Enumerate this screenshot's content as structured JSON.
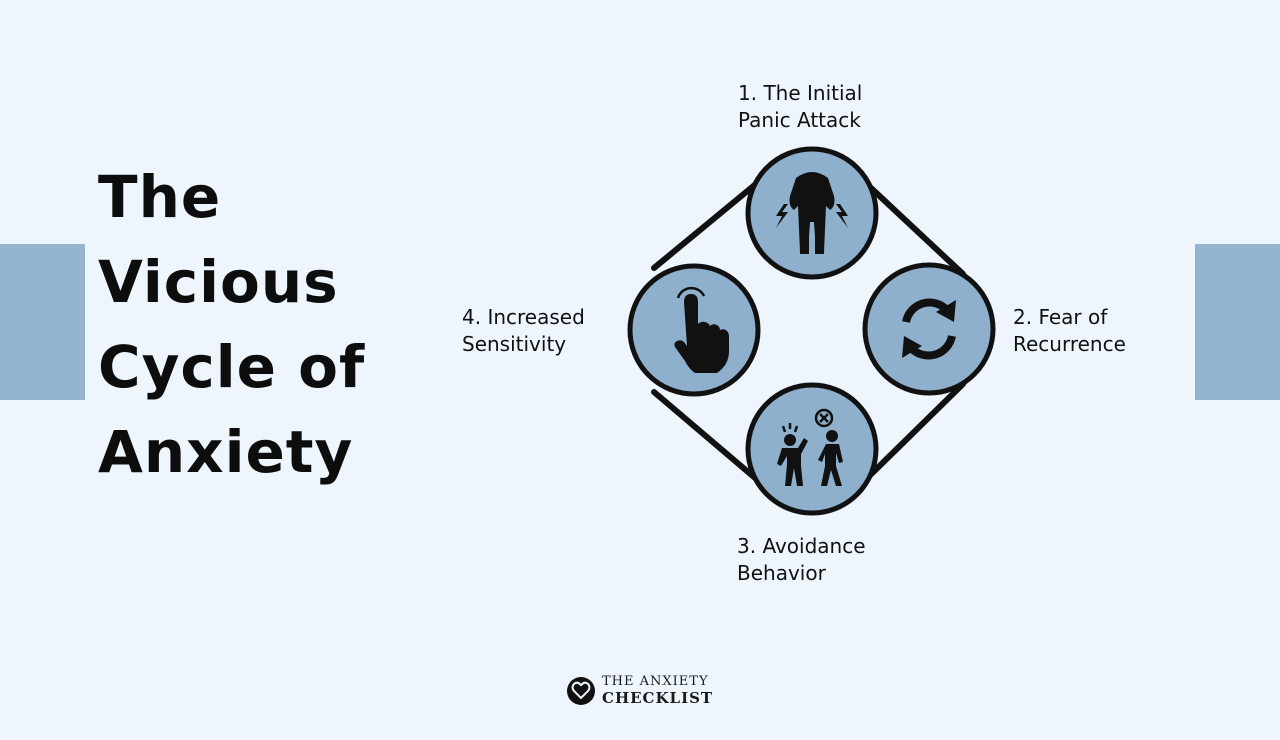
{
  "title": {
    "lines": [
      "The",
      "Vicious",
      "Cycle of",
      "Anxiety"
    ]
  },
  "steps": [
    {
      "line1": "1. The Initial",
      "line2": "Panic Attack",
      "icon": "panic-person-icon"
    },
    {
      "line1": "2. Fear of",
      "line2": "Recurrence",
      "icon": "refresh-cycle-icon"
    },
    {
      "line1": "3. Avoidance",
      "line2": "Behavior",
      "icon": "avoiding-people-icon"
    },
    {
      "line1": "4. Increased",
      "line2": "Sensitivity",
      "icon": "pointing-hand-icon"
    }
  ],
  "brand": {
    "line1": "THE ANXIETY",
    "line2": "CHECKLIST",
    "logo": "heart-badge-icon"
  },
  "colors": {
    "background": "#eef5fd",
    "accent": "#94b4cf",
    "circle_fill": "#8fb0cc",
    "ink": "#111111"
  }
}
